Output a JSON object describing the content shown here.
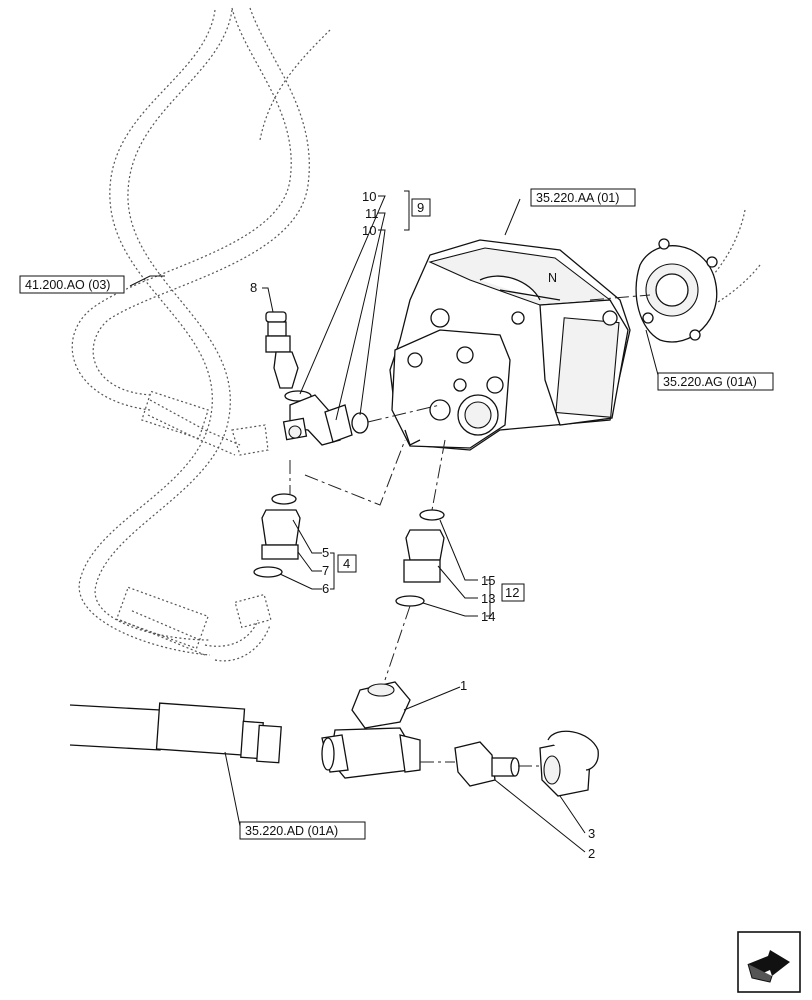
{
  "callouts": {
    "c1": "1",
    "c2": "2",
    "c3": "3",
    "c4": "4",
    "c5": "5",
    "c6": "6",
    "c7": "7",
    "c8": "8",
    "c9": "9",
    "c10a": "10",
    "c11": "11",
    "c10b": "10",
    "c12": "12",
    "c13": "13",
    "c14": "14",
    "c15": "15"
  },
  "references": {
    "ao": "41.200.AO (03)",
    "aa": "35.220.AA (01)",
    "ag": "35.220.AG (01A)",
    "ad": "35.220.AD (01A)"
  },
  "icons": {
    "nav": "next-page-arrow-icon"
  }
}
